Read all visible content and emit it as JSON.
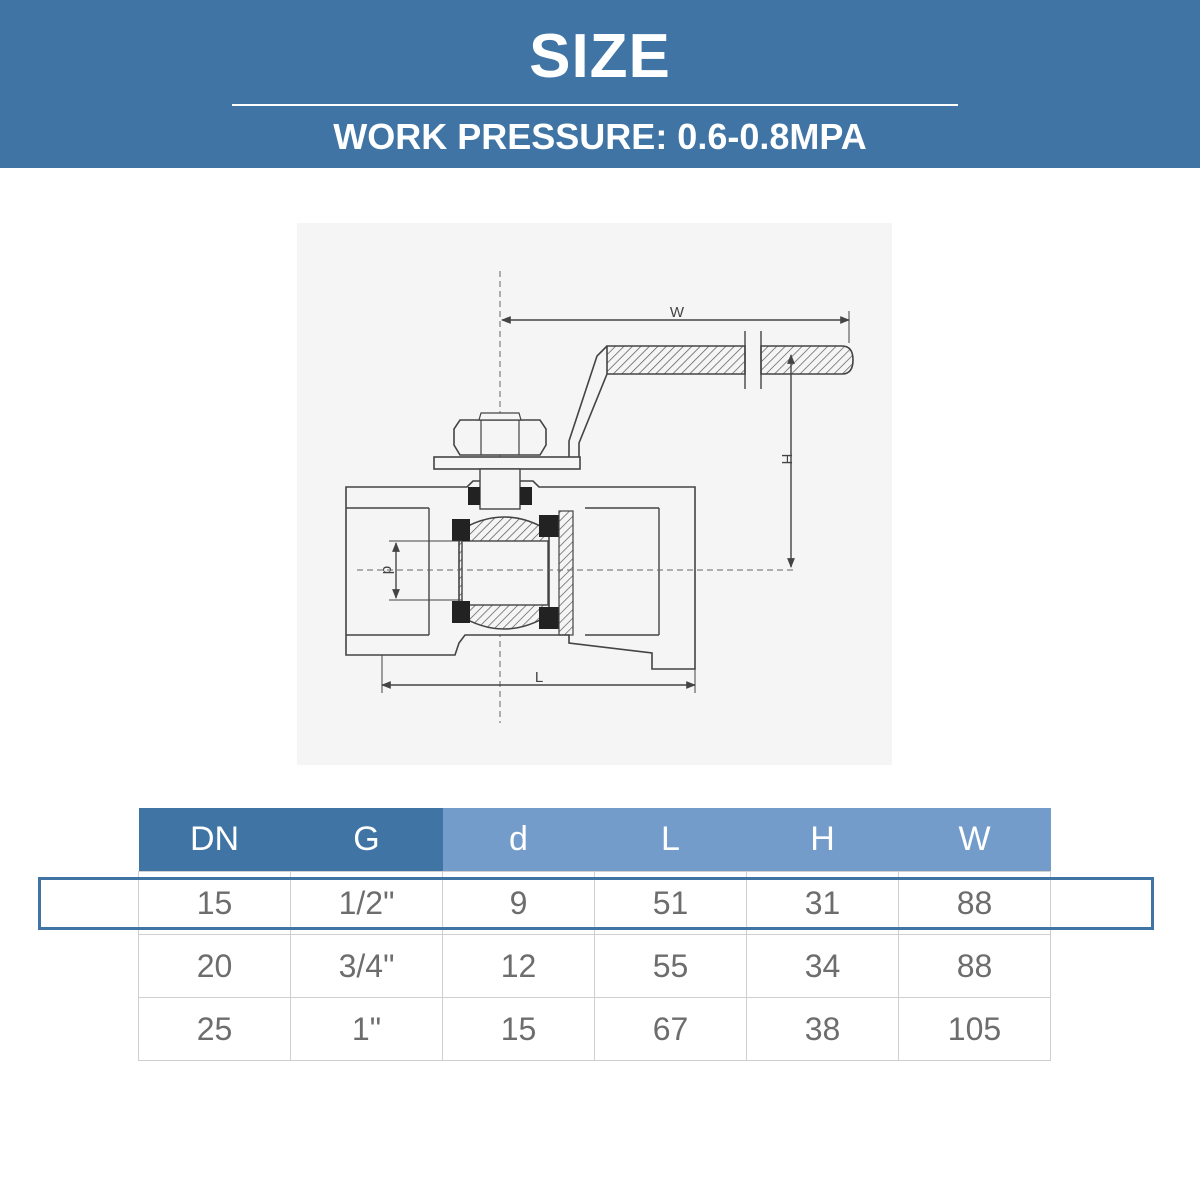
{
  "header": {
    "title": "SIZE",
    "subtitle": "WORK PRESSURE: 0.6-0.8MPA"
  },
  "diagram": {
    "dimension_labels": {
      "w": "W",
      "h": "H",
      "d": "d",
      "l": "L"
    }
  },
  "table": {
    "columns": [
      "DN",
      "G",
      "d",
      "L",
      "H",
      "W"
    ],
    "rows": [
      [
        "15",
        "1/2\"",
        "9",
        "51",
        "31",
        "88"
      ],
      [
        "20",
        "3/4\"",
        "12",
        "55",
        "34",
        "88"
      ],
      [
        "25",
        "1\"",
        "15",
        "67",
        "38",
        "105"
      ]
    ],
    "highlighted_row": 0
  },
  "colors": {
    "header_bg": "#3f74a4",
    "header_dark_cell": "#3f74a4",
    "header_light_cell": "#739ccb",
    "cell_text": "#6d6d6d"
  }
}
